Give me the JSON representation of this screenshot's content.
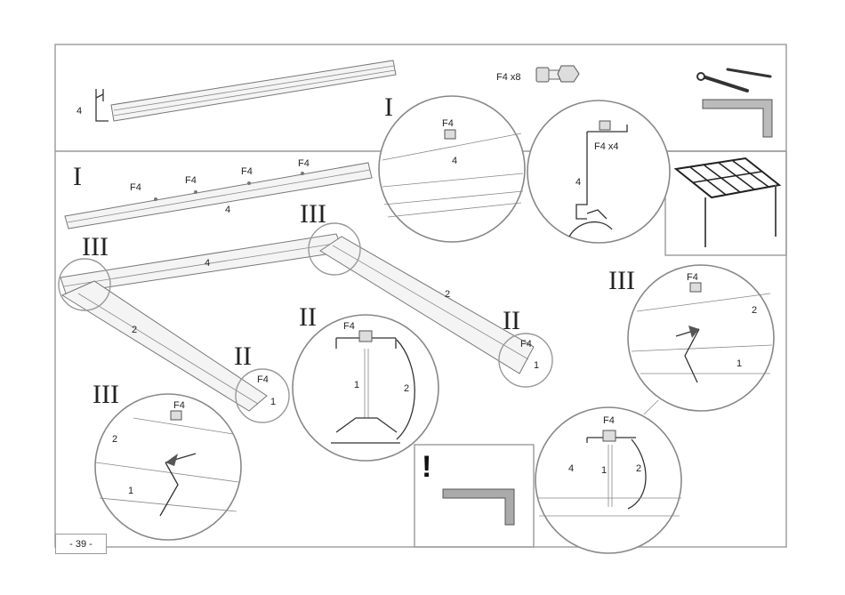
{
  "labels": {
    "part4": "4",
    "part2": "2",
    "part1": "1",
    "f4": "F4",
    "f4_x8": "F4 x8",
    "f4_x4": "F4 x4",
    "roman_i": "I",
    "roman_ii": "II",
    "roman_iii": "III",
    "warning": "!"
  },
  "page_number": "- 39 -",
  "icons": [
    "bolt-nut-icon",
    "wrench-icon",
    "square-ruler-icon",
    "pergola-icon"
  ]
}
